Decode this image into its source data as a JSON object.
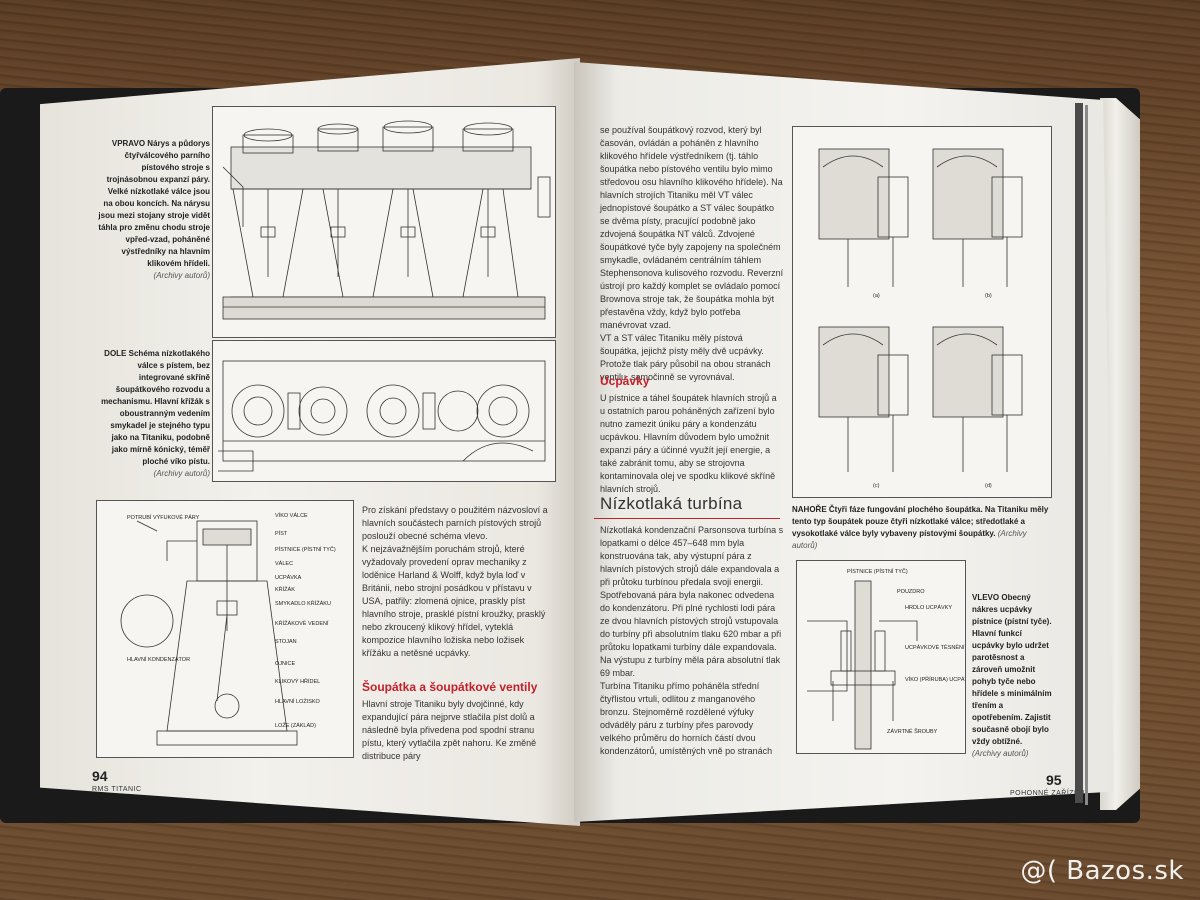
{
  "left_page": {
    "caption_top": {
      "lead": "VPRAVO",
      "text": "Nárys a půdorys čtyřválcového parního pístového stroje s trojnásobnou expanzí páry. Velké nízkotlaké válce jsou na obou koncích. Na nárysu jsou mezi stojany stroje vidět táhla pro změnu chodu stroje vpřed-vzad, poháněné výstředníky na hlavním klikovém hřídeli.",
      "credit": "(Archivy autorů)"
    },
    "caption_bottom": {
      "lead": "DOLE",
      "text": "Schéma nízkotlakého válce s pístem, bez integrované skříně šoupátkového rozvodu a mechanismu. Hlavní křížák s oboustranným vedením smykadel je stejného typu jako na Titaniku, podobně jako mírně kónický, téměř ploché víko pístu.",
      "credit": "(Archivy autorů)"
    },
    "diagram_labels": [
      "VÍKO VÁLCE",
      "PÍST",
      "PÍSTNICE (PÍSTNÍ TYČ)",
      "VÁLEC",
      "UCPÁVKA",
      "KŘÍŽÁK",
      "SMYKADLO KŘÍŽÁKU",
      "KŘÍŽÁKOVÉ VEDENÍ",
      "STOJAN",
      "OJNICE",
      "KLIKOVÝ HŘÍDEL",
      "HLAVNÍ LOŽISKO",
      "LOŽE (ZÁKLAD)"
    ],
    "diagram_side_labels": [
      "POTRUBÍ VÝFUKOVÉ PÁRY",
      "HLAVNÍ KONDENZÁTOR"
    ],
    "body_text": "Pro získání představy o použitém názvosloví a hlavních součástech parních pístových strojů poslouží obecné schéma vlevo.\nK nejzávažnějším poruchám strojů, které vyžadovaly provedení oprav mechaniky z loděnice Harland & Wolff, když byla loď v Británii, nebo strojní posádkou v přístavu v USA, patřily: zlomená ojnice, praskly píst hlavního stroje, prasklé pístní kroužky, prasklý nebo zkroucený klikový hřídel, vyteklá kompozice hlavního ložiska nebo ložisek křížáku a netěsné ucpávky.",
    "section_heading": "Šoupátka a šoupátkové ventily",
    "section_text": "Hlavní stroje Titaniku byly dvojčinné, kdy expandující pára nejprve stlačila píst dolů a následně byla přivedena pod spodní stranu pístu, který vytlačila zpět nahoru. Ke změně distribuce páry",
    "page_number": "94",
    "section_footer": "RMS TITANIC"
  },
  "right_page": {
    "col1_text": "se používal šoupátkový rozvod, který byl časován, ovládán a poháněn z hlavního klikového hřídele výstředníkem (tj. táhlo šoupátka nebo pístového ventilu bylo mimo středovou osu hlavního klikového hřídele). Na hlavních strojích Titaniku měl VT válec jednopístové šoupátko a ST válec šoupátko se dvěma písty, pracující podobně jako zdvojená šoupátka NT válců. Zdvojené šoupátkové tyče byly zapojeny na společném smykadle, ovládaném centrálním táhlem Stephensonova kulisového rozvodu. Reverzní ústrojí pro každý komplet se ovládalo pomocí Brownova stroje tak, že šoupátka mohla být přestavěna vždy, když bylo potřeba manévrovat vzad.\nVT a ST válec Titaniku měly pístová šoupátka, jejichž písty měly dvě ucpávky. Protože tlak páry působil na obou stranách ventilu, samočinně se vyrovnával.",
    "heading1": "Ucpávky",
    "heading1_text": "U pístnice a táhel šoupátek hlavních strojů a u ostatních parou poháněných zařízení bylo nutno zamezit úniku páry a kondenzátu ucpávkou. Hlavním důvodem bylo umožnit expanzi páry a účinné využít její energie, a také zabránit tomu, aby se strojovna kontaminovala olej ve spodku klikové skříně hlavních strojů.",
    "heading2": "Nízkotlaká turbína",
    "heading2_text": "Nízkotlaká kondenzační Parsonsova turbína s lopatkami o délce 457–648 mm byla konstruována tak, aby výstupní pára z hlavních pístových strojů dále expandovala a při průtoku turbínou předala svoji energii. Spotřebovaná pára byla nakonec odvedena do kondenzátoru. Při plné rychlosti lodi pára ze dvou hlavních pístových strojů vstupovala do turbíny při absolutním tlaku 620 mbar a při průtoku lopatkami turbíny dále expandovala. Na výstupu z turbíny měla pára absolutní tlak 69 mbar.\nTurbína Titaniku přímo poháněla střední čtyřlistou vrtuli, odlitou z manganového bronzu. Stejnoměrně rozdělené výfuky odváděly páru z turbíny přes parovody velkého průměru do horních částí dvou kondenzátorů, umístěných vně po stranách",
    "caption_top": {
      "lead": "NAHOŘE",
      "text": "Čtyři fáze fungování plochého šoupátka. Na Titaniku měly tento typ šoupátek pouze čtyři nízkotlaké válce; středotlaké a vysokotlaké válce byly vybaveny pístovými šoupátky.",
      "credit": "(Archivy autorů)"
    },
    "phase_labels": [
      "(a)",
      "(b)",
      "(c)",
      "(d)"
    ],
    "gland_labels": [
      "PÍSTNICE (PÍSTNÍ TYČ)",
      "POUZDRO",
      "HRDLO UCPÁVKY",
      "UCPÁVKOVÉ TĚSNĚNÍ",
      "VÍKO (PŘÍRUBA) UCPÁVKY",
      "ZÁVRTNÉ ŠROUBY"
    ],
    "caption_side": {
      "lead": "VLEVO",
      "text": "Obecný nákres ucpávky pístnice (pístní tyče). Hlavní funkcí ucpávky bylo udržet parotěsnost a zároveň umožnit pohyb tyče nebo hřídele s minimálním třením a opotřebením. Zajistit současně obojí bylo vždy obtížné.",
      "credit": "(Archivy autorů)"
    },
    "page_number": "95",
    "section_footer": "POHONNÉ ZAŘÍZENÍ"
  },
  "watermark": "@( Bazos.sk",
  "colors": {
    "accent_red": "#c2202a",
    "wood": "#6b4a2e",
    "paper": "#efede8"
  }
}
